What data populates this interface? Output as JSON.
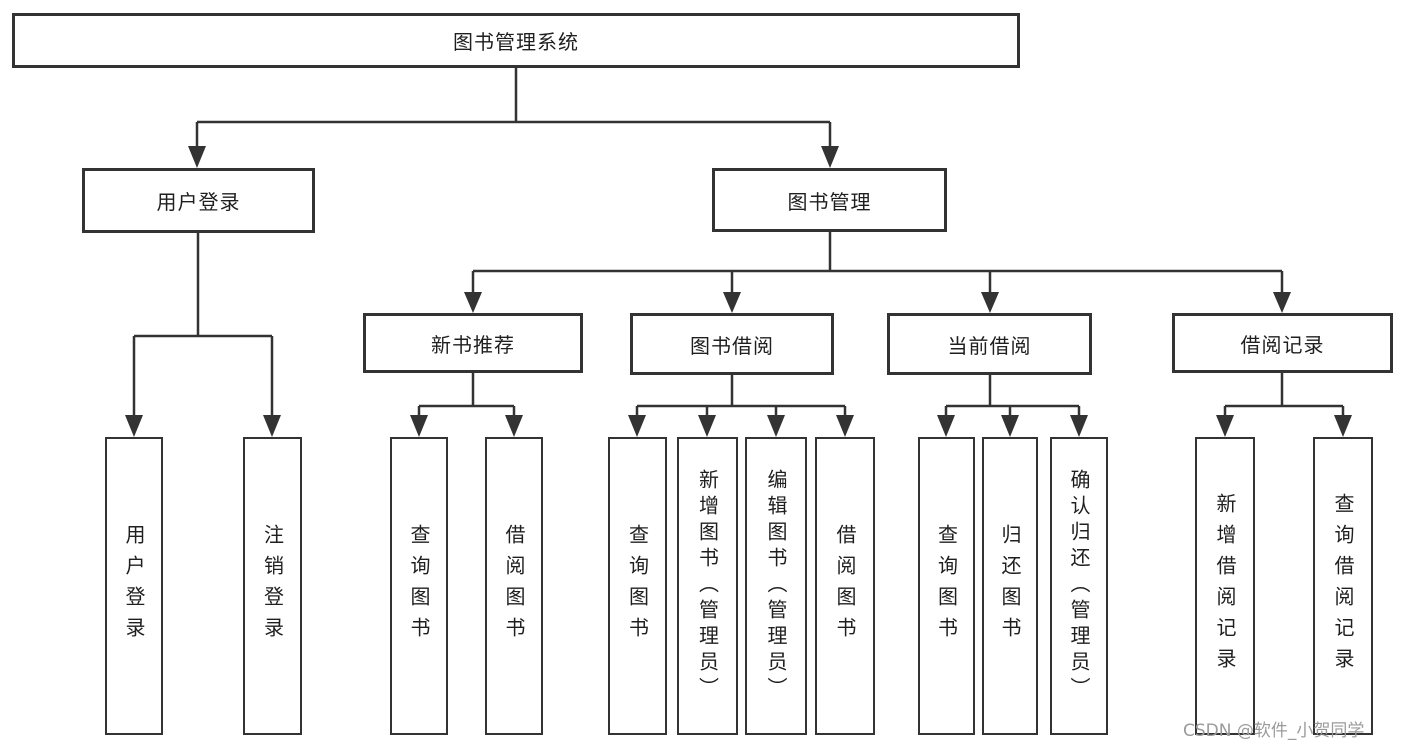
{
  "diagram_title": "图书管理系统",
  "nodes": {
    "root": "图书管理系统",
    "userLogin": "用户登录",
    "bookMgmt": "图书管理",
    "newBookRec": "新书推荐",
    "bookBorrow": "图书借阅",
    "currentBorrow": "当前借阅",
    "borrowRecords": "借阅记录"
  },
  "leaves": {
    "userLogin": "用户登录",
    "logout": "注销登录",
    "queryBooksRec": "查询图书",
    "borrowBooksRec": "借阅图书",
    "queryBooksBorrow": "查询图书",
    "addBookAdmin": "新增图书（管理员）",
    "editBookAdmin": "编辑图书（管理员）",
    "borrowBooksBorrow": "借阅图书",
    "queryBooksCurrent": "查询图书",
    "returnBook": "归还图书",
    "confirmReturnAdmin": "确认归还（管理员）",
    "addBorrowRecord": "新增借阅记录",
    "queryBorrowRecord": "查询借阅记录"
  },
  "hierarchy": {
    "图书管理系统": {
      "用户登录": [
        "用户登录",
        "注销登录"
      ],
      "图书管理": {
        "新书推荐": [
          "查询图书",
          "借阅图书"
        ],
        "图书借阅": [
          "查询图书",
          "新增图书（管理员）",
          "编辑图书（管理员）",
          "借阅图书"
        ],
        "当前借阅": [
          "查询图书",
          "归还图书",
          "确认归还（管理员）"
        ],
        "借阅记录": [
          "新增借阅记录",
          "查询借阅记录"
        ]
      }
    }
  },
  "watermark": {
    "text": "CSDN @软件_小贺同学"
  },
  "colors": {
    "line": "#333333",
    "box_border": "#333333",
    "box_bg": "#ffffff",
    "text": "#1f1f1f",
    "watermark": "#9b9b9b",
    "background": "#ffffff"
  }
}
